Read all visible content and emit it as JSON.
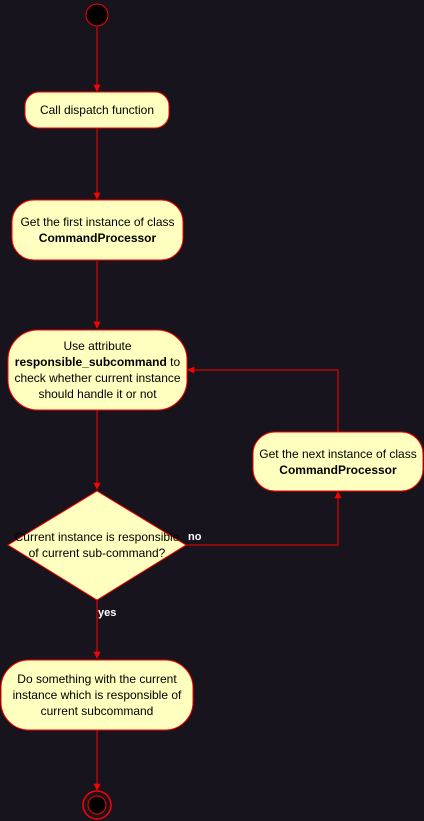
{
  "colors": {
    "background": "#18141d",
    "node_fill": "#ffffc0",
    "node_stroke": "#ff0000",
    "edge": "#ff0000",
    "text": "#000000",
    "edge_label": "#ffffff"
  },
  "nodes": {
    "call_dispatch": {
      "text": "Call dispatch function"
    },
    "get_first": {
      "line1": "Get the first instance of class",
      "line2": "CommandProcessor"
    },
    "use_attribute": {
      "line1": "Use attribute",
      "bold": "responsible_subcommand",
      "after_bold": " to",
      "line3": "check whether current instance",
      "line4": "should handle it or not"
    },
    "get_next": {
      "line1": "Get the next instance of class",
      "line2": "CommandProcessor"
    },
    "decision": {
      "line1": "Current instance is responsible",
      "line2": "of current sub-command?"
    },
    "do_something": {
      "line1": "Do something with the current",
      "line2": "instance which is responsible of",
      "line3": "current subcommand"
    }
  },
  "edges": {
    "no_label": "no",
    "yes_label": "yes"
  }
}
